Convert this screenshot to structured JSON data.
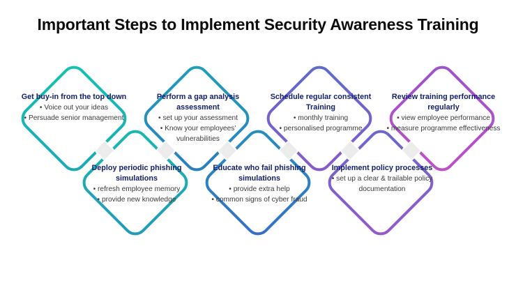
{
  "title": "Important Steps to Implement Security Awareness Training",
  "steps": [
    {
      "heading": "Get buy-in from the top down",
      "bullets": [
        "Voice out your ideas",
        "Persuade senior management"
      ],
      "color_start": "#13c2b0",
      "color_end": "#1aa9b4"
    },
    {
      "heading": "Deploy periodic phishing simulations",
      "bullets": [
        "refresh employee memory",
        "provide new knowledge"
      ],
      "color_start": "#18b9b2",
      "color_end": "#229ab8"
    },
    {
      "heading": "Perform a gap analysis assessment",
      "bullets": [
        "set up your assessment",
        "Know your employees' vulnerabilities"
      ],
      "color_start": "#1f9fb6",
      "color_end": "#2a7fc0"
    },
    {
      "heading": "Educate who fail phishing simulations",
      "bullets": [
        "provide extra help",
        "common signs of cyber fraud"
      ],
      "color_start": "#2590bd",
      "color_end": "#3a6fc6"
    },
    {
      "heading": "Schedule regular consistent Training",
      "bullets": [
        "monthly training",
        "personalised programme"
      ],
      "color_start": "#5c6ccc",
      "color_end": "#8a5acb"
    },
    {
      "heading": "Implement policy processes",
      "bullets": [
        "set up a clear & trailable policy documentation"
      ],
      "color_start": "#6a68cd",
      "color_end": "#955ac9"
    },
    {
      "heading": "Review training performance regularly",
      "bullets": [
        "view employee performance",
        "measure programme effectiveness"
      ],
      "color_start": "#9a55cb",
      "color_end": "#c04fc6"
    }
  ]
}
